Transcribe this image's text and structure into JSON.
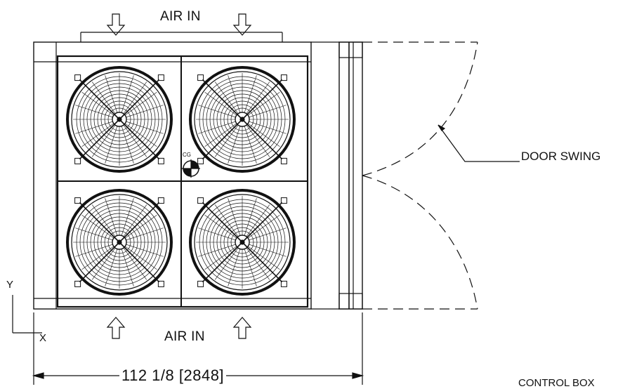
{
  "labels": {
    "air_in_top": "AIR IN",
    "air_in_bottom": "AIR IN",
    "door_swing": "DOOR SWING",
    "cg": "CG",
    "dimension_width": "112 1/8 [2848]",
    "axis_y": "Y",
    "axis_x": "X",
    "control_box": "CONTROL BOX"
  },
  "colors": {
    "line": "#111111",
    "background": "#ffffff"
  },
  "fans": [
    {
      "id": "fan-top-left"
    },
    {
      "id": "fan-top-right"
    },
    {
      "id": "fan-bottom-left"
    },
    {
      "id": "fan-bottom-right"
    }
  ]
}
